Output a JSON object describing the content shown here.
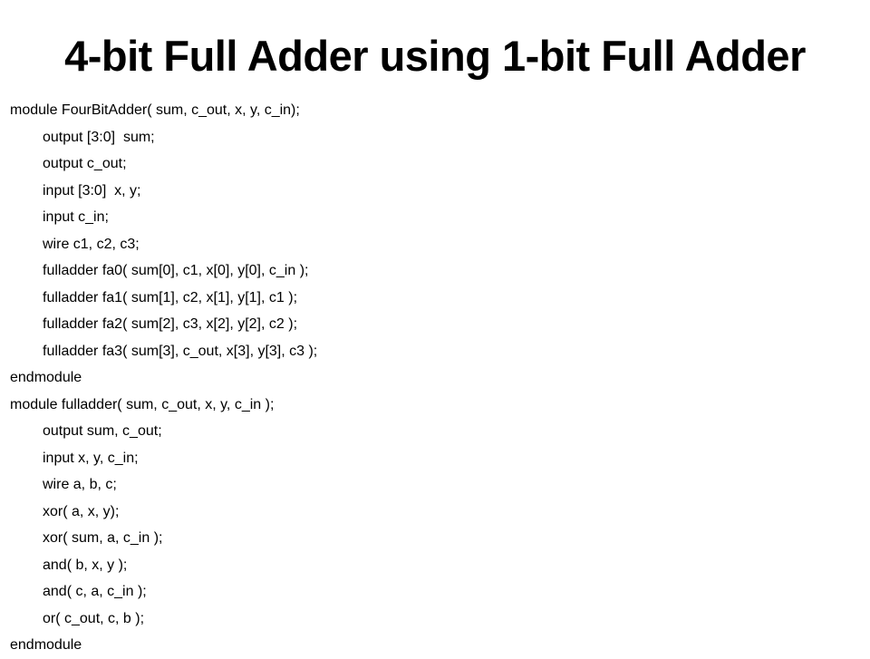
{
  "slide": {
    "title": "4-bit Full Adder using 1-bit Full Adder"
  },
  "code_lines": [
    {
      "text": "module FourBitAdder( sum, c_out, x, y, c_in);",
      "indent": false
    },
    {
      "text": "output [3:0]  sum;",
      "indent": true
    },
    {
      "text": "output c_out;",
      "indent": true
    },
    {
      "text": "input [3:0]  x, y;",
      "indent": true
    },
    {
      "text": "input c_in;",
      "indent": true
    },
    {
      "text": "wire c1, c2, c3;",
      "indent": true
    },
    {
      "text": "fulladder fa0( sum[0], c1, x[0], y[0], c_in );",
      "indent": true
    },
    {
      "text": "fulladder fa1( sum[1], c2, x[1], y[1], c1 );",
      "indent": true
    },
    {
      "text": "fulladder fa2( sum[2], c3, x[2], y[2], c2 );",
      "indent": true
    },
    {
      "text": "fulladder fa3( sum[3], c_out, x[3], y[3], c3 );",
      "indent": true
    },
    {
      "text": "endmodule",
      "indent": false
    },
    {
      "text": "module fulladder( sum, c_out, x, y, c_in );",
      "indent": false
    },
    {
      "text": "output sum, c_out;",
      "indent": true
    },
    {
      "text": "input x, y, c_in;",
      "indent": true
    },
    {
      "text": "wire a, b, c;",
      "indent": true
    },
    {
      "text": "xor( a, x, y);",
      "indent": true
    },
    {
      "text": "xor( sum, a, c_in );",
      "indent": true
    },
    {
      "text": "and( b, x, y );",
      "indent": true
    },
    {
      "text": "and( c, a, c_in );",
      "indent": true
    },
    {
      "text": "or( c_out, c, b );",
      "indent": true
    },
    {
      "text": "endmodule",
      "indent": false
    }
  ]
}
